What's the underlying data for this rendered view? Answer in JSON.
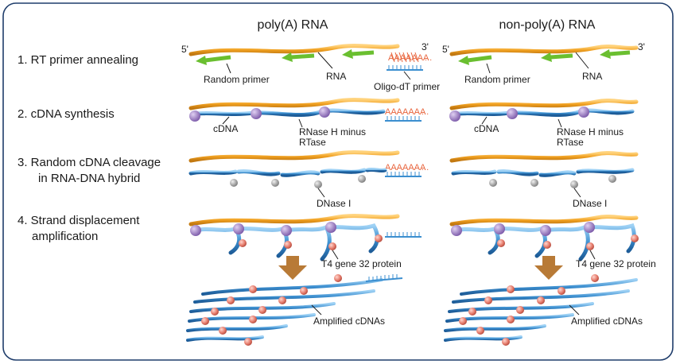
{
  "columns": {
    "left_header": "poly(A) RNA",
    "right_header": "non-poly(A) RNA"
  },
  "steps": [
    {
      "line1": "1. RT primer annealing",
      "line2": ""
    },
    {
      "line1": "2. cDNA synthesis",
      "line2": ""
    },
    {
      "line1": "3. Random cDNA cleavage",
      "line2": "in RNA-DNA hybrid"
    },
    {
      "line1": "4. Strand displacement",
      "line2": "amplification"
    }
  ],
  "labels": {
    "five_prime": "5'",
    "three_prime": "3'",
    "random_primer": "Random primer",
    "rna": "RNA",
    "oligo_dt": "Oligo-dT primer",
    "poly_a": "AAAAAAA",
    "poly_a_dots": "...",
    "cdna": "cDNA",
    "rnase_line1": "RNase H minus",
    "rnase_line2": "RTase",
    "dnase": "DNase I",
    "t4": "T4 gene 32 protein",
    "amplified": "Amplified cDNAs"
  },
  "colors": {
    "rna_orange": "#f0a020",
    "dna_blue": "#3c8fd0",
    "primer_green": "#6abf30",
    "polya_red": "#e8643c",
    "enzyme_purple": "#9a78c0",
    "dnase_gray": "#9a9a9a",
    "protein_pink": "#e67e6e",
    "arrow_brown": "#b87a36",
    "frame_navy": "#1f3d6b"
  }
}
